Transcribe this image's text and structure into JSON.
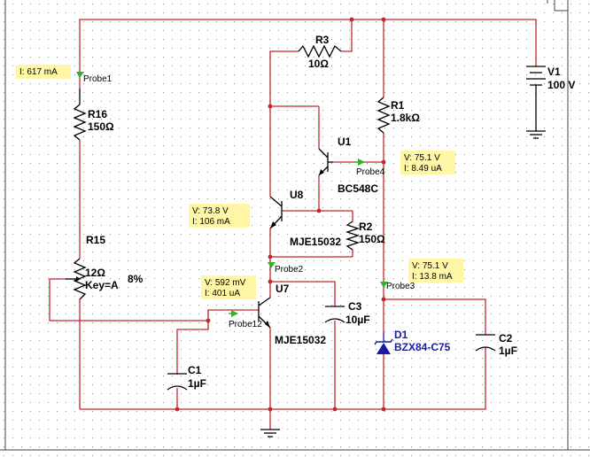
{
  "colors": {
    "wire": "#c0282e",
    "component": "#000000",
    "zener": "#1a1aa8",
    "tooltip_bg": "#fff7a6",
    "probe_flag": "#2bb52b",
    "grid_dot": "#8c8c8c"
  },
  "components": {
    "r3": {
      "ref": "R3",
      "value": "10Ω"
    },
    "r1": {
      "ref": "R1",
      "value": "1.8kΩ"
    },
    "r16": {
      "ref": "R16",
      "value": "150Ω"
    },
    "r15": {
      "ref": "R15",
      "value": "12Ω",
      "key": "Key=A",
      "percent": "8%"
    },
    "r2": {
      "ref": "R2",
      "value": "150Ω"
    },
    "v1": {
      "ref": "V1",
      "value": "100 V"
    },
    "u1": {
      "ref": "U1",
      "model": "BC548C"
    },
    "u8": {
      "ref": "U8",
      "model": "MJE15032"
    },
    "u7": {
      "ref": "U7",
      "model": "MJE15032"
    },
    "c1": {
      "ref": "C1",
      "value": "1µF"
    },
    "c2": {
      "ref": "C2",
      "value": "1µF"
    },
    "c3": {
      "ref": "C3",
      "value": "10µF"
    },
    "d1": {
      "ref": "D1",
      "model": "BZX84-C75"
    }
  },
  "probes": {
    "probe1": {
      "label": "Probe1",
      "current": "I: 617 mA"
    },
    "probe4": {
      "label": "Probe4",
      "voltage": "V: 75.1 V",
      "current": "I: 8.49 uA"
    },
    "probe2": {
      "label": "Probe2",
      "voltage": "V: 73.8 V",
      "current": "I: 106 mA"
    },
    "probe12": {
      "label": "Probe12",
      "voltage": "V: 592 mV",
      "current": "I: 401 uA"
    },
    "probe3": {
      "label": "Probe3",
      "voltage": "V: 75.1 V",
      "current": "I: 13.8 mA"
    }
  }
}
